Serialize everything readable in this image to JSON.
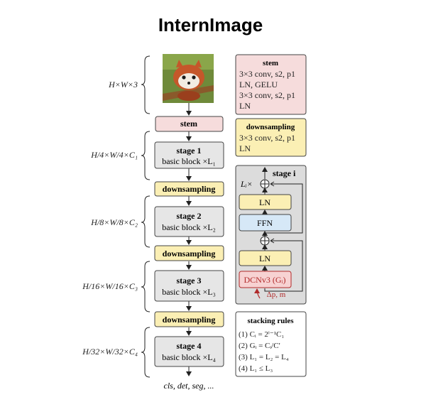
{
  "title": "InternImage",
  "dims": {
    "input": "H×W×3",
    "s1": "H/4×W/4×C₁",
    "s2": "H/8×W/8×C₂",
    "s3": "H/16×W/16×C₃",
    "s4": "H/32×W/32×C₄"
  },
  "pipeline": {
    "stem": "stem",
    "downsampling": "downsampling",
    "stage1": {
      "title": "stage 1",
      "sub": "basic block ×L₁"
    },
    "stage2": {
      "title": "stage 2",
      "sub": "basic block ×L₂"
    },
    "stage3": {
      "title": "stage 3",
      "sub": "basic block ×L₃"
    },
    "stage4": {
      "title": "stage 4",
      "sub": "basic block ×L₄"
    },
    "output": "cls, det, seg, ..."
  },
  "stem_box": {
    "title": "stem",
    "lines": [
      "3×3 conv, s2, p1",
      "LN, GELU",
      "3×3 conv, s2, p1",
      "LN"
    ]
  },
  "down_box": {
    "title": "downsampling",
    "lines": [
      "3×3 conv, s2, p1",
      "LN"
    ]
  },
  "stage_i": {
    "title": "stage i",
    "repeat": "Lᵢ×",
    "ln": "LN",
    "ffn": "FFN",
    "dcn": "DCNv3 (Gᵢ)",
    "offset": "Δp, m"
  },
  "rules": {
    "title": "stacking rules",
    "items": [
      "(1) Cᵢ = 2ⁱ⁻¹C₁",
      "(2) Gᵢ = Cᵢ/C′",
      "(3) L₁ = L₂ = L₄",
      "(4) L₁ ≤ L₃"
    ]
  },
  "colors": {
    "stem_fill": "#f6dcdc",
    "down_fill": "#fbefb4",
    "stage_fill": "#e6e6e6",
    "panel_fill": "#dcdcdc",
    "ffn_fill": "#d6e8f7",
    "dcn_fill": "#f7d2d2",
    "dcn_text": "#b02a2a"
  }
}
